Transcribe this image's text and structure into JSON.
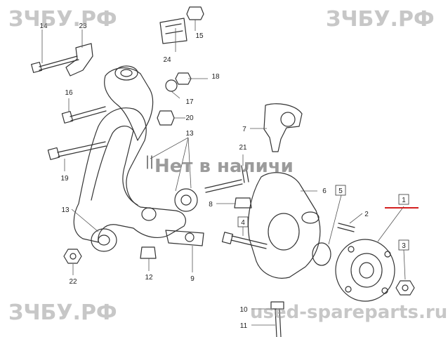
{
  "watermarks": {
    "top_left": "ЗЧБУ.РФ",
    "top_right": "ЗЧБУ.РФ",
    "bottom_left": "ЗЧБУ.РФ",
    "bottom_right": "used-spareparts.ru"
  },
  "status_overlay": "Нет в наличи",
  "callouts": [
    {
      "label": "1",
      "boxed": true
    },
    {
      "label": "2",
      "boxed": false
    },
    {
      "label": "3",
      "boxed": true
    },
    {
      "label": "4",
      "boxed": true
    },
    {
      "label": "5",
      "boxed": true
    },
    {
      "label": "6",
      "boxed": false
    },
    {
      "label": "7",
      "boxed": false
    },
    {
      "label": "8",
      "boxed": false
    },
    {
      "label": "9",
      "boxed": false
    },
    {
      "label": "10",
      "boxed": false
    },
    {
      "label": "11",
      "boxed": false
    },
    {
      "label": "12",
      "boxed": false
    },
    {
      "label": "13",
      "boxed": false
    },
    {
      "label": "13",
      "boxed": false
    },
    {
      "label": "14",
      "boxed": false
    },
    {
      "label": "15",
      "boxed": false
    },
    {
      "label": "16",
      "boxed": false
    },
    {
      "label": "17",
      "boxed": false
    },
    {
      "label": "18",
      "boxed": false
    },
    {
      "label": "19",
      "boxed": false
    },
    {
      "label": "20",
      "boxed": false
    },
    {
      "label": "21",
      "boxed": false
    },
    {
      "label": "22",
      "boxed": false
    },
    {
      "label": "23",
      "boxed": false
    },
    {
      "label": "24",
      "boxed": false
    }
  ],
  "colors": {
    "line": "#333333",
    "highlight": "#d42020",
    "watermark": "#9a9a9a"
  }
}
